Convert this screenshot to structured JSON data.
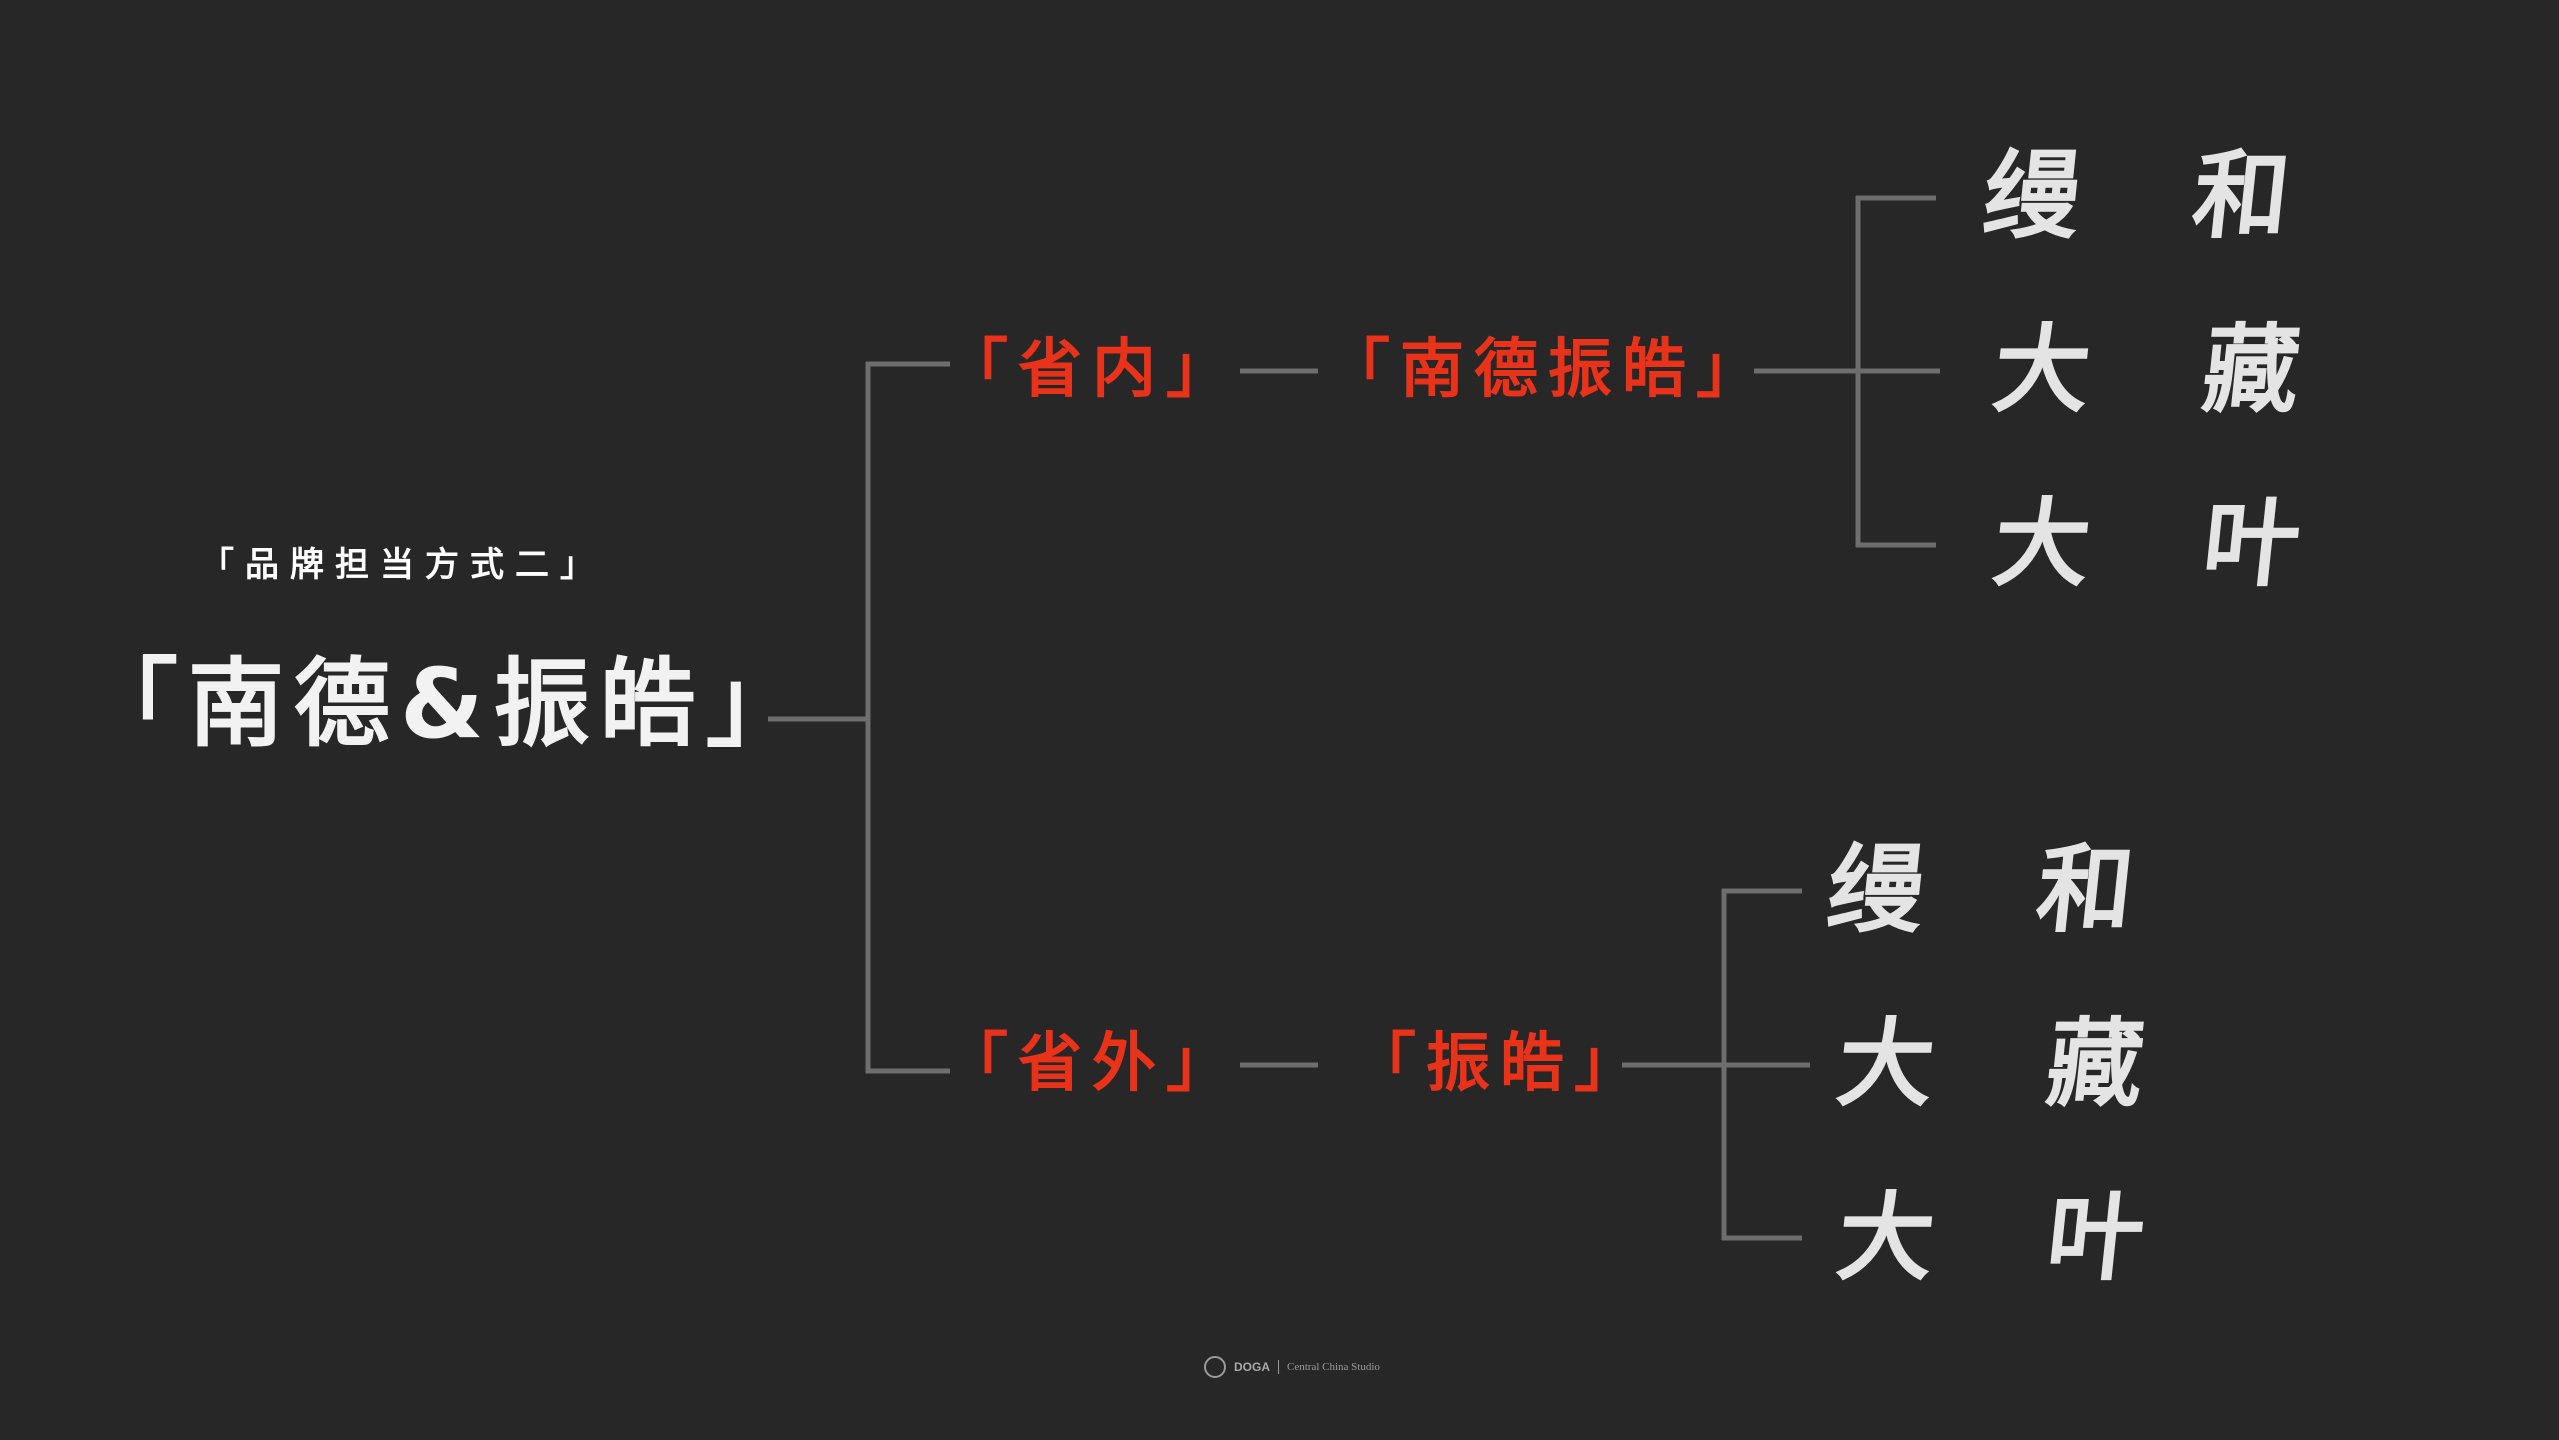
{
  "root": {
    "subtitle": "「品牌担当方式二」",
    "title": "「南德&振皓」"
  },
  "branches": [
    {
      "region": "「省内」",
      "brand": "「南德振皓」",
      "products": [
        "缦 和",
        "大 藏",
        "大 叶"
      ]
    },
    {
      "region": "「省外」",
      "brand": "「振皓」",
      "products": [
        "缦 和",
        "大 藏",
        "大 叶"
      ]
    }
  ],
  "footer": {
    "logo": "DOGA",
    "studio": "Central China Studio"
  },
  "colors": {
    "background": "#272727",
    "accent": "#e8321a",
    "connector": "#6e6e6e",
    "text": "#f2f2f2"
  }
}
